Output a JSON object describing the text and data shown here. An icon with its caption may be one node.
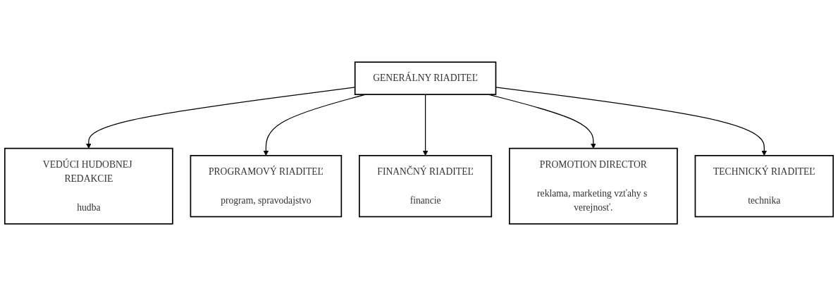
{
  "diagram": {
    "nodes": [
      {
        "text": [
          "GENERÁLNY RIADITEĽ"
        ]
      },
      {
        "text": [
          "VEDÚCI HUDOBNEJ REDAKCIE",
          "hudba"
        ]
      },
      {
        "text": [
          "PROGRAMOVÝ RIADITEĽ",
          "program, spravodajstvo"
        ]
      },
      {
        "text": [
          "FINANČNÝ RIADITEĽ",
          "financie"
        ]
      },
      {
        "text": [
          "PROMOTION DIRECTOR",
          "reklama, marketing vzťahy s verejnosť."
        ]
      },
      {
        "text": [
          "TECHNICKÝ RIADITEĽ",
          "technika"
        ]
      }
    ],
    "edges": [
      {
        "from": 0,
        "to": 1,
        "arrow": "to"
      },
      {
        "from": 0,
        "to": 2,
        "arrow": "to"
      },
      {
        "from": 0,
        "to": 3,
        "arrow": "to"
      },
      {
        "from": 0,
        "to": 4,
        "arrow": "to"
      },
      {
        "from": 0,
        "to": 5,
        "arrow": "to"
      }
    ]
  }
}
